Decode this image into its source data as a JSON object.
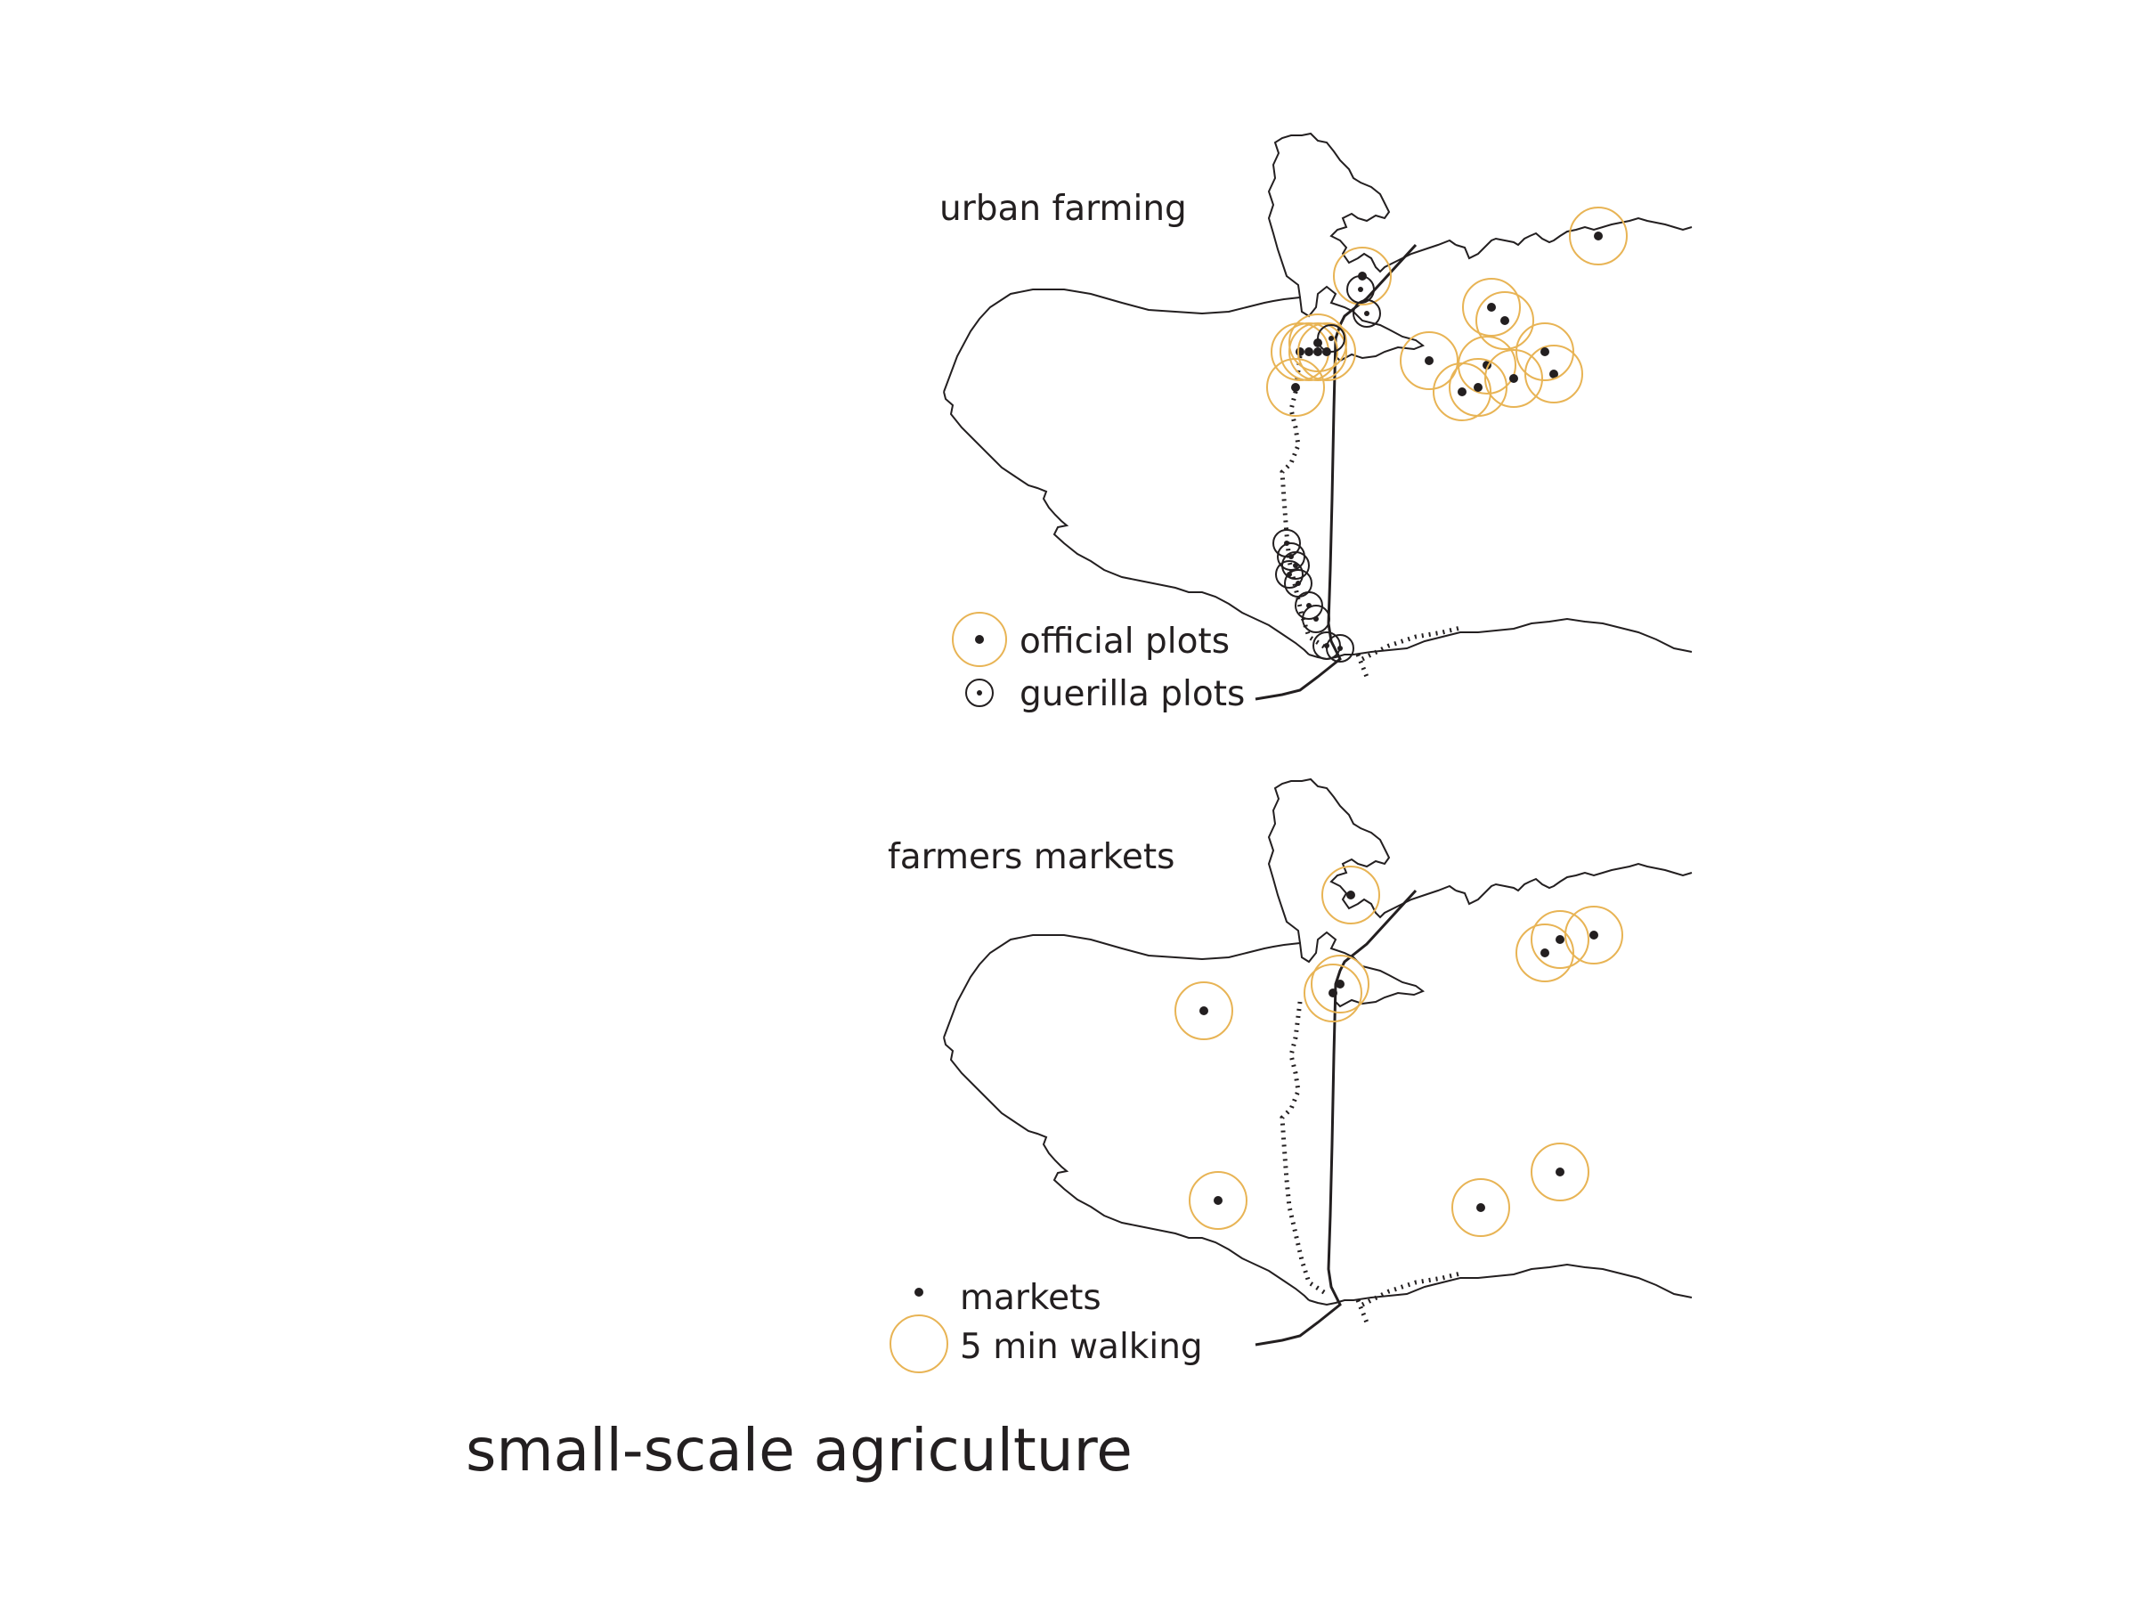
{
  "colors": {
    "official_ring": "#e8b455",
    "ink": "#231f20",
    "background": "#ffffff"
  },
  "page": {
    "title": "small-scale agriculture"
  },
  "maps": {
    "urban_farming": {
      "title": "urban farming",
      "legend": {
        "official": "official plots",
        "guerilla": "guerilla plots"
      }
    },
    "farmers_markets": {
      "title": "farmers markets",
      "legend": {
        "markets": "markets",
        "walking": "5 min walking"
      }
    }
  }
}
